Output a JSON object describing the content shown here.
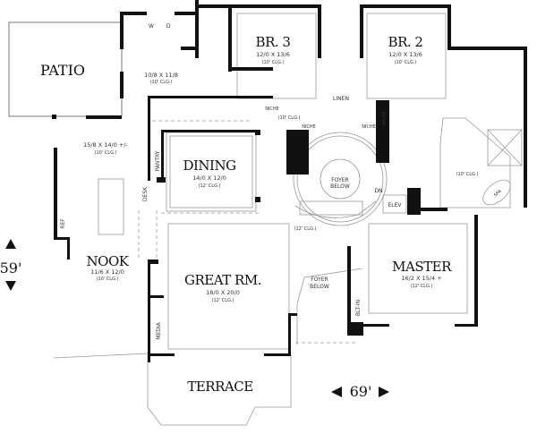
{
  "rooms": {
    "patio": {
      "label": "PATIO"
    },
    "laundry": {
      "dims": "10/8 X 11/8",
      "ceiling": "(10' CLG.)",
      "washer": "W",
      "dryer": "D"
    },
    "br3": {
      "label": "BR. 3",
      "dims": "12/0 X 13/6",
      "ceiling": "(10' CLG.)"
    },
    "br2": {
      "label": "BR. 2",
      "dims": "12/0 X 13/6",
      "ceiling": "(10' CLG.)"
    },
    "linen": {
      "label": "LINEN"
    },
    "hall": {
      "ceiling": "(10' CLG.)",
      "niche": "NICHE"
    },
    "kitchen": {
      "dims": "15/8 X 14/0 +/-",
      "ceiling": "(10' CLG.)",
      "pantry": "PANTRY",
      "desk": "DESK",
      "ref": "REF"
    },
    "dining": {
      "label": "DINING",
      "dims": "14/0 X 12/0",
      "ceiling": "(12' CLG.)"
    },
    "stair": {
      "foyer_below": [
        "FOYER",
        "BELOW"
      ],
      "down": "DN"
    },
    "master_bath": {
      "ceiling": "(10' CLG.)",
      "spa": "SPA"
    },
    "elevator": {
      "label": "ELEV"
    },
    "center": {
      "ceiling": "(12' CLG.)"
    },
    "nook": {
      "label": "NOOK",
      "dims": "11/6 X 12/0",
      "ceiling": "(10' CLG.)"
    },
    "great_room": {
      "label": "GREAT RM.",
      "dims": "18/0 X 20/0",
      "ceiling": "(12' CLG.)",
      "media": "MEDIA"
    },
    "foyer": {
      "label": [
        "FOYER",
        "BELOW"
      ]
    },
    "master": {
      "label": "MASTER",
      "dims": "16/2 X 15/4 +",
      "ceiling": "(12' CLG.)",
      "built_in": "BLT-IN"
    },
    "terrace": {
      "label": "TERRACE"
    }
  },
  "dimensions": {
    "depth": "59'",
    "width": "69'"
  }
}
